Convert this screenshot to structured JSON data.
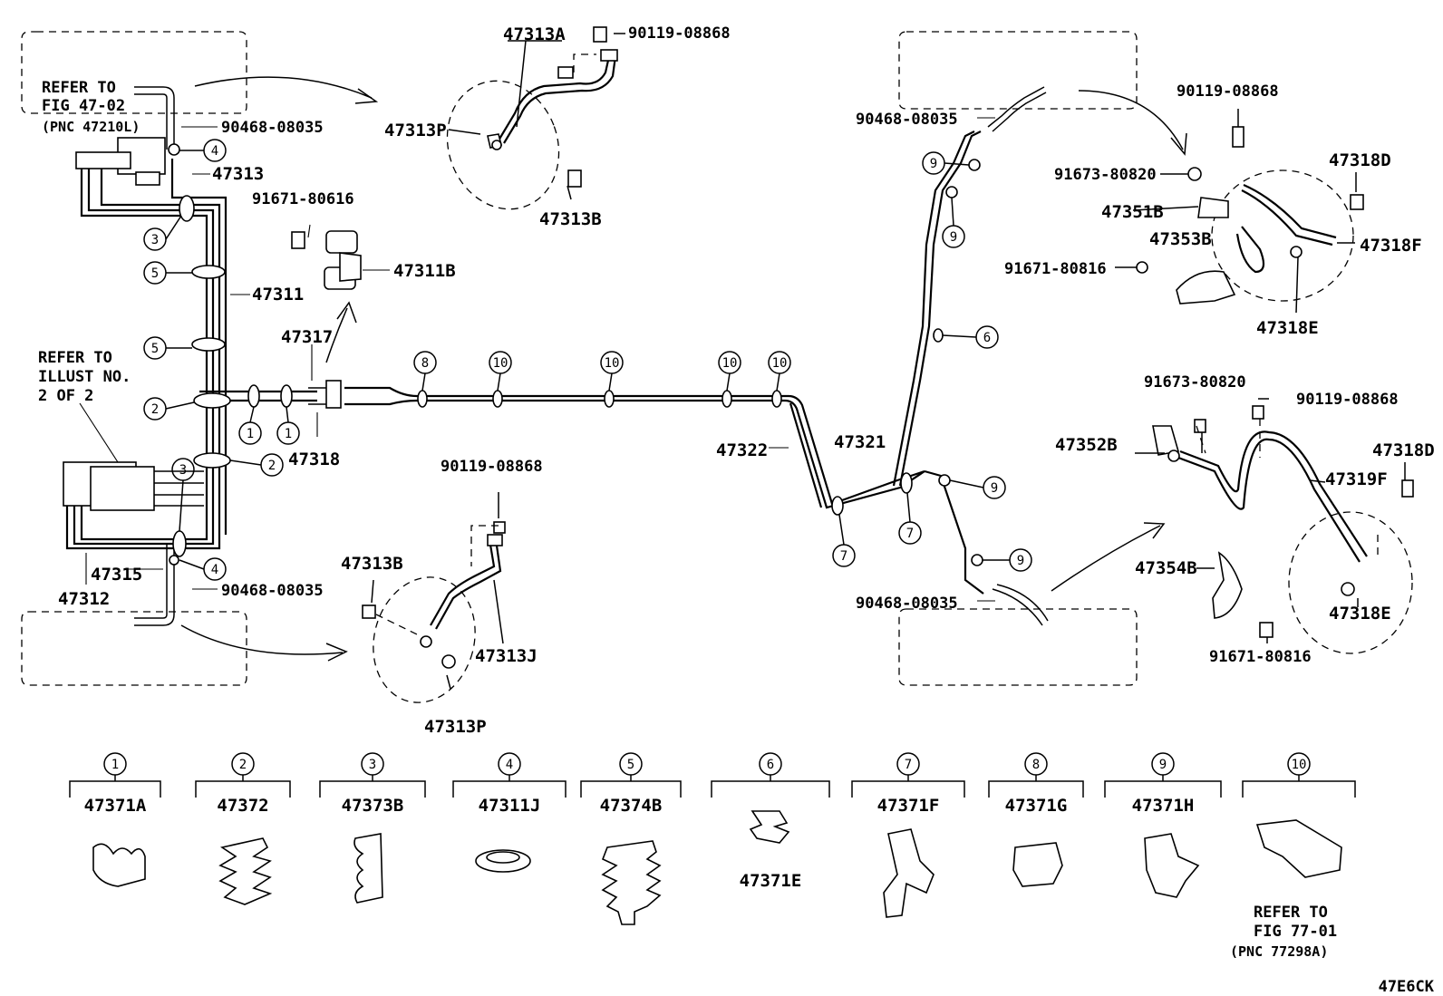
{
  "diagram_code": "47E6CK",
  "refs": {
    "top_left": [
      "REFER TO",
      "FIG 47-02",
      "(PNC 47210L)"
    ],
    "left": [
      "REFER TO",
      "ILLUST NO.",
      "2 OF 2"
    ],
    "bottom_right": [
      "REFER TO",
      "FIG 77-01",
      "(PNC 77298A)"
    ]
  },
  "labels": {
    "p47313A": "47313A",
    "p90119_a": "90119-08868",
    "p47313P_a": "47313P",
    "p47313B_a": "47313B",
    "p90468_a": "90468-08035",
    "p47313": "47313",
    "p91671_80616": "91671-80616",
    "p47311B": "47311B",
    "p47311": "47311",
    "p47317": "47317",
    "p47318": "47318",
    "p47315": "47315",
    "p47312": "47312",
    "p90468_b": "90468-08035",
    "p90119_b": "90119-08868",
    "p47313B_b": "47313B",
    "p47313J": "47313J",
    "p47313P_b": "47313P",
    "p47322": "47322",
    "p47321": "47321",
    "p90468_c": "90468-08035",
    "p90468_d": "90468-08035",
    "p90119_c": "90119-08868",
    "p91673_a": "91673-80820",
    "p47351B": "47351B",
    "p47353B": "47353B",
    "p91671_a": "91671-80816",
    "p47318D_a": "47318D",
    "p47318F": "47318F",
    "p47318E_a": "47318E",
    "p91673_b": "91673-80820",
    "p90119_d": "90119-08868",
    "p47352B": "47352B",
    "p47318D_b": "47318D",
    "p47319F": "47319F",
    "p47354B": "47354B",
    "p47318E_b": "47318E",
    "p91671_b": "91671-80816"
  },
  "callouts": [
    "1",
    "2",
    "3",
    "4",
    "5",
    "6",
    "7",
    "8",
    "9",
    "10"
  ],
  "legend": [
    {
      "num": "1",
      "part": "47371A"
    },
    {
      "num": "2",
      "part": "47372"
    },
    {
      "num": "3",
      "part": "47373B"
    },
    {
      "num": "4",
      "part": "47311J"
    },
    {
      "num": "5",
      "part": "47374B"
    },
    {
      "num": "6",
      "part": "47371E"
    },
    {
      "num": "7",
      "part": "47371F"
    },
    {
      "num": "8",
      "part": "47371G"
    },
    {
      "num": "9",
      "part": "47371H"
    },
    {
      "num": "10",
      "part": ""
    }
  ]
}
